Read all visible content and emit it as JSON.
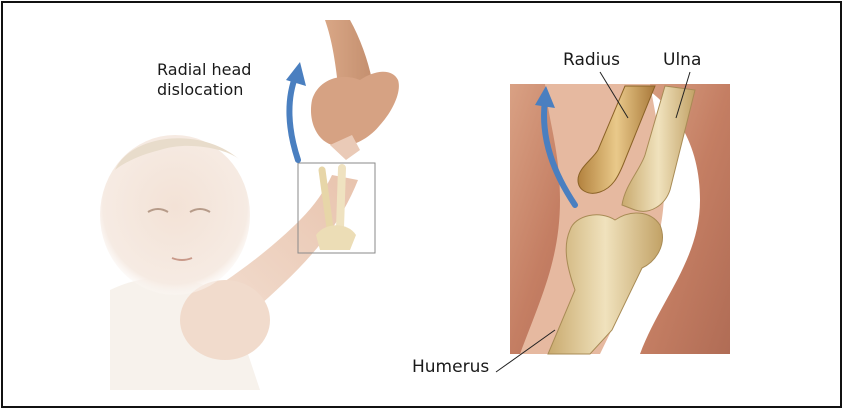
{
  "labels": {
    "radial_head_dislocation_line1": "Radial head",
    "radial_head_dislocation_line2": "dislocation",
    "radius": "Radius",
    "ulna": "Ulna",
    "humerus": "Humerus"
  },
  "colors": {
    "border": "#111111",
    "arrow": "#4a7fc0",
    "skin": "#f1d9c8",
    "bone": "#e6d4a5",
    "muscle": "#c98d72"
  },
  "icons": {
    "rotation_arrow": "curved-arrow-icon"
  }
}
